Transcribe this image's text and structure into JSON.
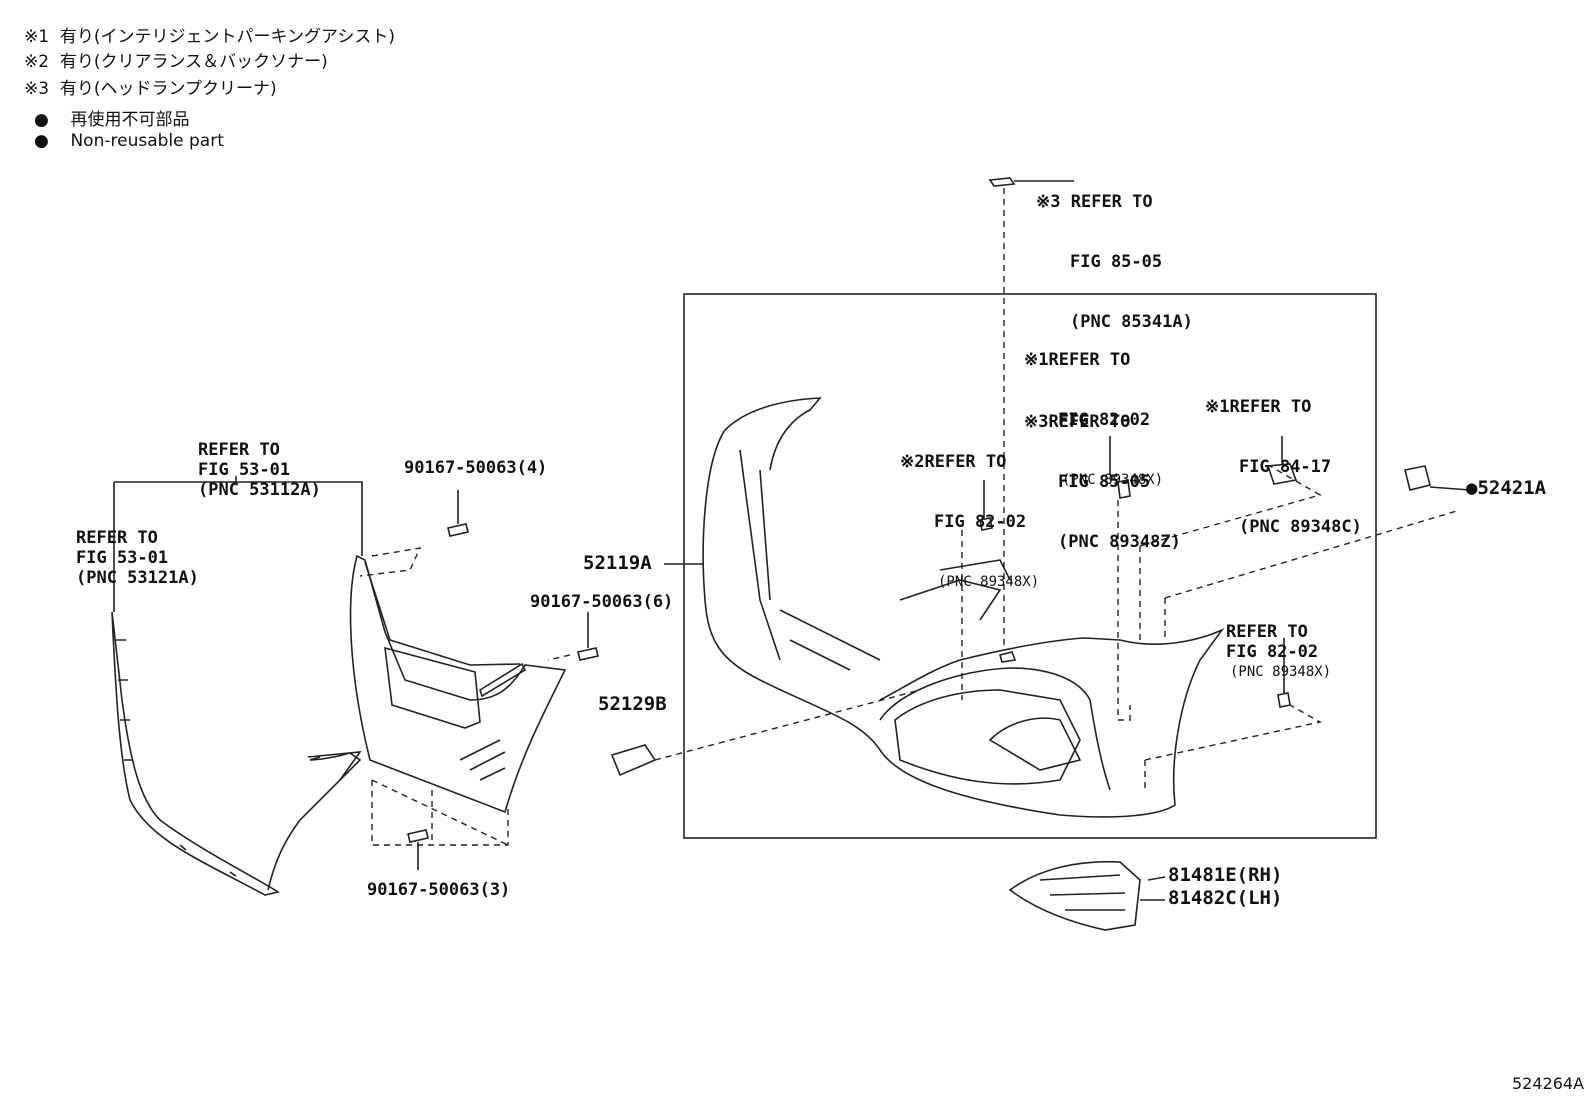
{
  "notes": [
    {
      "mark": "※1",
      "text": "有り(インテリジェントパーキングアシスト)"
    },
    {
      "mark": "※2",
      "text": "有り(クリアランス＆バックソナー)"
    },
    {
      "mark": "※3",
      "text": "有り(ヘッドランプクリーナ)"
    },
    {
      "mark": "●",
      "text": "再使用不可部品"
    },
    {
      "mark": "●",
      "text": "Non-reusable part"
    }
  ],
  "refs": {
    "r1": {
      "l1": "REFER TO",
      "l2": "FIG 53-01",
      "l3": "(PNC 53112A)"
    },
    "r2": {
      "l1": "REFER TO",
      "l2": "FIG 53-01",
      "l3": "(PNC 53121A)"
    },
    "r3": {
      "mark": "※3",
      "l1": "REFER TO",
      "l2": "FIG 85-05",
      "l3": "(PNC 85341A)"
    },
    "r4": {
      "mark": "※1",
      "l1": "REFER TO",
      "l2": "FIG 82-02",
      "l3": "(PNC 89348X)"
    },
    "r5": {
      "mark": "※3",
      "l1": "REFER TO",
      "l2": "FIG 85-05",
      "l3": "(PNC 89348Z)"
    },
    "r6": {
      "mark": "※2",
      "l1": "REFER TO",
      "l2": "FIG 82-02",
      "l3": "(PNC 89348X)"
    },
    "r7": {
      "mark": "※1",
      "l1": "REFER TO",
      "l2": "FIG 84-17",
      "l3": "(PNC 89348C)"
    },
    "r8": {
      "l1": "REFER TO",
      "l2": "FIG 82-02",
      "l3": "(PNC 89348X)"
    }
  },
  "parts": {
    "p_bolt4": "90167-50063(4)",
    "p_bolt6": "90167-50063(6)",
    "p_bolt3": "90167-50063(3)",
    "p_52119A": "52119A",
    "p_52129B": "52129B",
    "p_52421A": "52421A",
    "p_81481E": "81481E(RH)",
    "p_81482C": "81482C(LH)"
  },
  "figure_id": "524264A"
}
